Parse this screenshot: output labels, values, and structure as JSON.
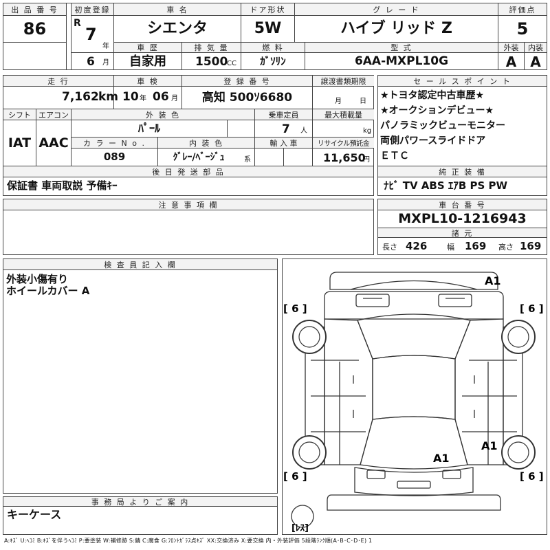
{
  "labels": {
    "lot_no": "出 品 番 号",
    "first_reg": "初度登録",
    "car_name": "車 名",
    "door": "ドア形状",
    "grade": "グ レ ー ド",
    "score": "評価点",
    "history": "車 歴",
    "displacement": "排 気 量",
    "fuel": "燃 料",
    "model": "型 式",
    "exterior": "外装",
    "interior": "内装",
    "mileage": "走 行",
    "inspection": "車 検",
    "registration": "登 録 番 号",
    "transfer": "譲渡書類期限",
    "selling": "セ ー ル ス ポ イ ン ト",
    "shift": "シフト",
    "aircon": "エアコン",
    "ext_color": "外 装 色",
    "capacity": "乗車定員",
    "max_load": "最大積載量",
    "color_no": "カ ラ ー N o .",
    "int_color": "内 装 色",
    "import": "輸 入 車",
    "recycle": "リサイクル預託金",
    "later": "後 日 発 送 部 品",
    "equipment": "純 正 装 備",
    "notes": "注 意 事 項 欄",
    "chassis": "車 台 番 号",
    "specs": "諸 元",
    "inspector": "検 査 員 記 入 欄",
    "office": "事 務 局 よ り ご 案 内"
  },
  "units": {
    "year": "年",
    "month": "月",
    "cc": "CC",
    "km": "km",
    "transfer_month": "月",
    "transfer_day": "日",
    "persons": "人",
    "kg": "kg",
    "yen": "円",
    "system": "系"
  },
  "vehicle": {
    "lot_no": "86",
    "era": "R",
    "reg_year": "7",
    "reg_month": "6",
    "name": "シエンタ",
    "door": "5W",
    "grade": "ハイブ リッド Z",
    "score": "5",
    "history": "自家用",
    "displacement": "1500",
    "fuel": "ｶﾞｿﾘﾝ",
    "model": "6AA-MXPL10G",
    "exterior_grade": "A",
    "interior_grade": "A",
    "mileage": "7,162",
    "inspection_year": "10",
    "inspection_month": "06",
    "registration": "高知 500ｿ6680",
    "shift": "IAT",
    "aircon": "AAC",
    "ext_color": "ﾊﾟｰﾙ",
    "capacity": "7",
    "color_no": "089",
    "int_color": "ｸﾞﾚｰ/ﾍﾞｰｼﾞｭ",
    "recycle": "11,650"
  },
  "selling_points": [
    "★トヨタ認定中古車歴★",
    "★オークションデビュー★",
    "パノラミックビューモニター",
    "両側パワースライドドア",
    "ＥＴＣ"
  ],
  "later_parts": "保証書 車両取説 予備ｷｰ",
  "equipment": "ﾅﾋﾞ  TV  ABS ｴｱB PS PW",
  "chassis_no": "MXPL10-1216943",
  "specs": {
    "length_label": "長さ",
    "length": "426",
    "width_label": "幅",
    "width": "169",
    "height_label": "高さ",
    "height": "169"
  },
  "inspector_notes": [
    "外装小傷有り",
    "ホイールカバー A"
  ],
  "office_notes": "キーケース",
  "diagram": {
    "mark_front": "A1",
    "mark_rear_door": "A1",
    "mark_rear_right": "A1",
    "tire_fl": "[ 6 ]",
    "tire_fr": "[ 6 ]",
    "tire_rl": "[ 6 ]",
    "tire_rr": "[ 6 ]",
    "spare": "[ﾚｽ]"
  },
  "legend": "A:ｷｽﾞ U:ﾍｺﾐ B:ｷｽﾞを伴うﾍｺﾐ P:要塗装 W:補修跡 S:錆 C:腐食 G:ﾌﾛﾝﾄｶﾞﾗｽ点ｷｽﾞ XX:交換済み X:要交換 内・外装評価 5段階ﾗﾝｸ順(A･B･C･D･E) 1"
}
